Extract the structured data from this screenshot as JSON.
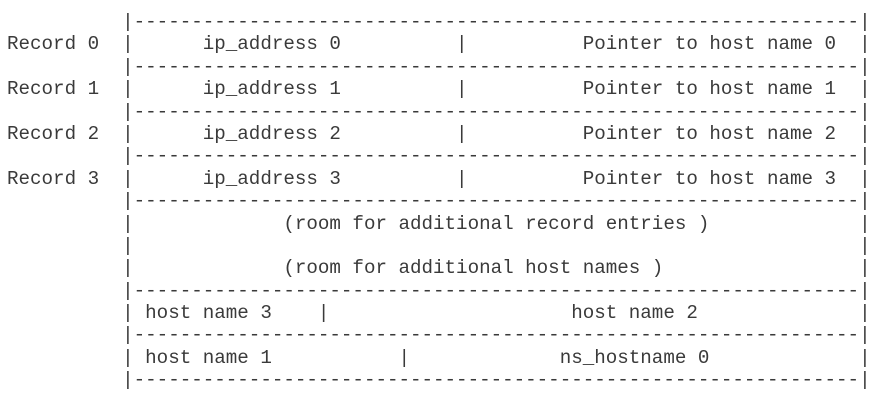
{
  "diagram": {
    "border": "          |---------------------------------------------------------------|",
    "record_rows": [
      "Record 0  |      ip_address 0          |          Pointer to host name 0  |",
      "Record 1  |      ip_address 1          |          Pointer to host name 1  |",
      "Record 2  |      ip_address 2          |          Pointer to host name 2  |",
      "Record 3  |      ip_address 3          |          Pointer to host name 3  |"
    ],
    "room_row_1": "          |             (room for additional record entries )             |",
    "empty_row": "          |                                                               |",
    "room_row_2": "          |             (room for additional host names )                 |",
    "host_row_1": "          | host name 3    |                     host name 2              |",
    "host_row_2": "          | host name 1           |             ns_hostname 0             |"
  },
  "semantics": {
    "record_labels": [
      "Record 0",
      "Record 1",
      "Record 2",
      "Record 3"
    ],
    "record_fields": [
      [
        "ip_address 0",
        "Pointer to host name 0"
      ],
      [
        "ip_address 1",
        "Pointer to host name 1"
      ],
      [
        "ip_address 2",
        "Pointer to host name 2"
      ],
      [
        "ip_address 3",
        "Pointer to host name 3"
      ]
    ],
    "notes": [
      "(room for additional record entries )",
      "(room for additional host names )"
    ],
    "host_cells": [
      [
        "host name 3",
        "host name 2"
      ],
      [
        "host name 1",
        "ns_hostname 0"
      ]
    ]
  },
  "colors": {
    "text": "#3a3a3a",
    "background": "#ffffff"
  }
}
